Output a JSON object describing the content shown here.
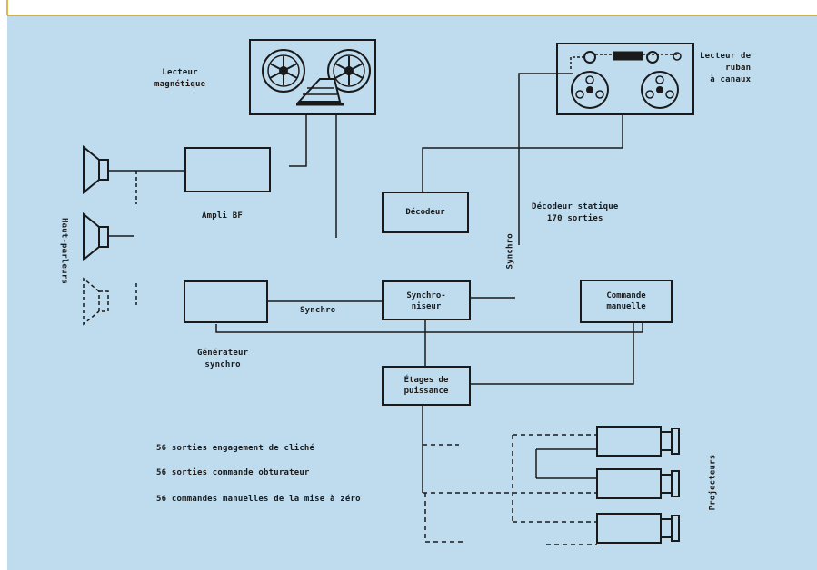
{
  "colors": {
    "background": "#bfdcef",
    "ink": "#1a1a1a",
    "accent": "#d4a017"
  },
  "labels": {
    "tape_recorder": "Lecteur\nmagnétique",
    "tape_reader": "Lecteur de\nruban\nà canaux",
    "amplifier": "Ampli BF",
    "decoder": "Décodeur",
    "static_decoder": "Décodeur statique\n170 sorties",
    "synchro_vertical": "Synchro",
    "synchro_horizontal": "Synchro",
    "synchronizer": "Synchro-\nniseur",
    "manual_command": "Commande\nmanuelle",
    "generator": "Générateur\nsynchro",
    "power_stage": "Étages de\npuissance",
    "speakers": "Haut-parleurs",
    "projectors": "Projecteurs"
  },
  "legend": [
    "56 sorties engagement de cliché",
    "56 sorties commande obturateur",
    "56 commandes manuelles de la mise à zéro"
  ],
  "icons": [
    "reel-to-reel-tape-recorder-icon",
    "punched-tape-reader-icon",
    "loudspeaker-icon",
    "slide-projector-icon",
    "amplifier-triangle-icon",
    "pulse-generator-icon"
  ]
}
